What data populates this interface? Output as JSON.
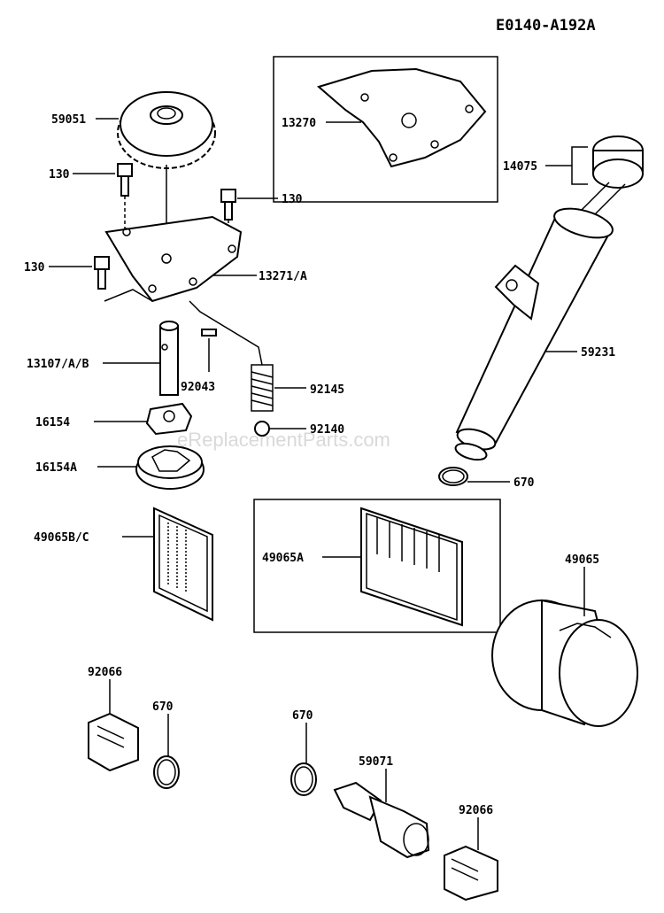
{
  "diagram": {
    "code": "E0140-A192A",
    "watermark": "eReplacementParts.com",
    "parts": {
      "p59051": "59051",
      "p130a": "130",
      "p130b": "130",
      "p130c": "130",
      "p13270": "13270",
      "p14075": "14075",
      "p13271": "13271/A",
      "p13107": "13107/A/B",
      "p92043": "92043",
      "p92145": "92145",
      "p92140": "92140",
      "p59231": "59231",
      "p16154": "16154",
      "p16154A": "16154A",
      "p670a": "670",
      "p49065BC": "49065B/C",
      "p49065A": "49065A",
      "p49065": "49065",
      "p92066a": "92066",
      "p670b": "670",
      "p670c": "670",
      "p59071": "59071",
      "p92066b": "92066"
    }
  }
}
